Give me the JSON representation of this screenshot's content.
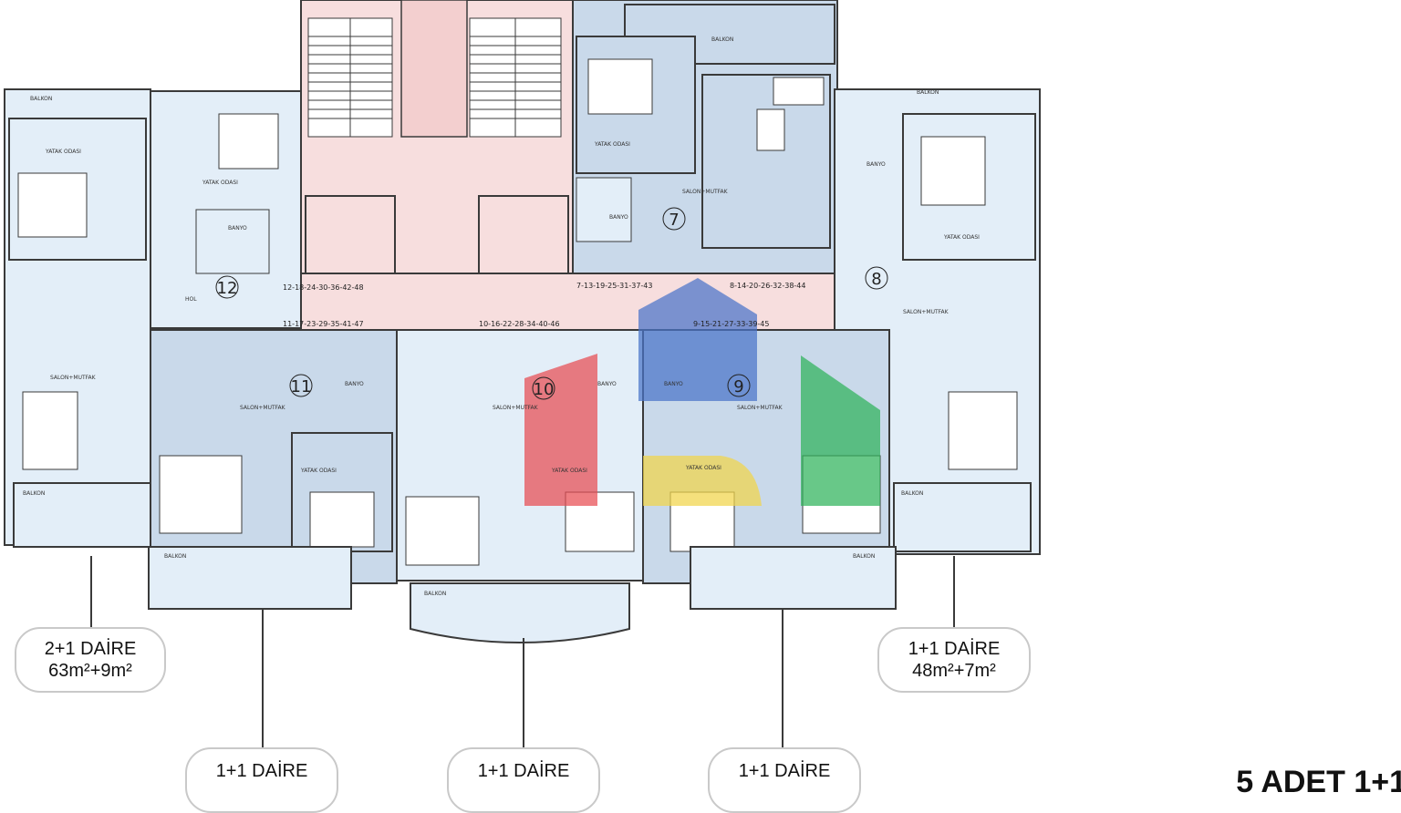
{
  "unit_labels": [
    {
      "type": "2+1 DAİRE",
      "area": "63m²+9m²"
    },
    {
      "type": "1+1 DAİRE",
      "area": "48m²+7m²"
    },
    {
      "type": "1+1 DAİRE",
      "area": ""
    },
    {
      "type": "1+1 DAİRE",
      "area": ""
    },
    {
      "type": "1+1 DAİRE",
      "area": ""
    }
  ],
  "unit_numbers": [
    "7",
    "8",
    "9",
    "10",
    "11",
    "12"
  ],
  "corner_text": "5 ADET 1+1",
  "corridor_codes": [
    "12-18-24-30-36-42-48",
    "7-13-19-25-31-37-43",
    "8-14-20-26-32-38-44",
    "11-17-23-29-35-41-47",
    "10-16-22-28-34-40-46",
    "9-15-21-27-33-39-45"
  ],
  "room_labels": {
    "yatak": "YATAK ODASI",
    "salon": "SALON+MUTFAK",
    "banyo": "BANYO",
    "balkon": "BALKON",
    "hol": "HOL"
  },
  "colors": {
    "core_pink": "#f7dede",
    "unit_blue": "#c9d9ea",
    "unit_light": "#e3eef8",
    "wall": "#3a3a3a",
    "logo_red": "#e74c52",
    "logo_blue": "#4a74c9",
    "logo_yellow": "#f1d54a",
    "logo_green": "#2fb35a"
  }
}
